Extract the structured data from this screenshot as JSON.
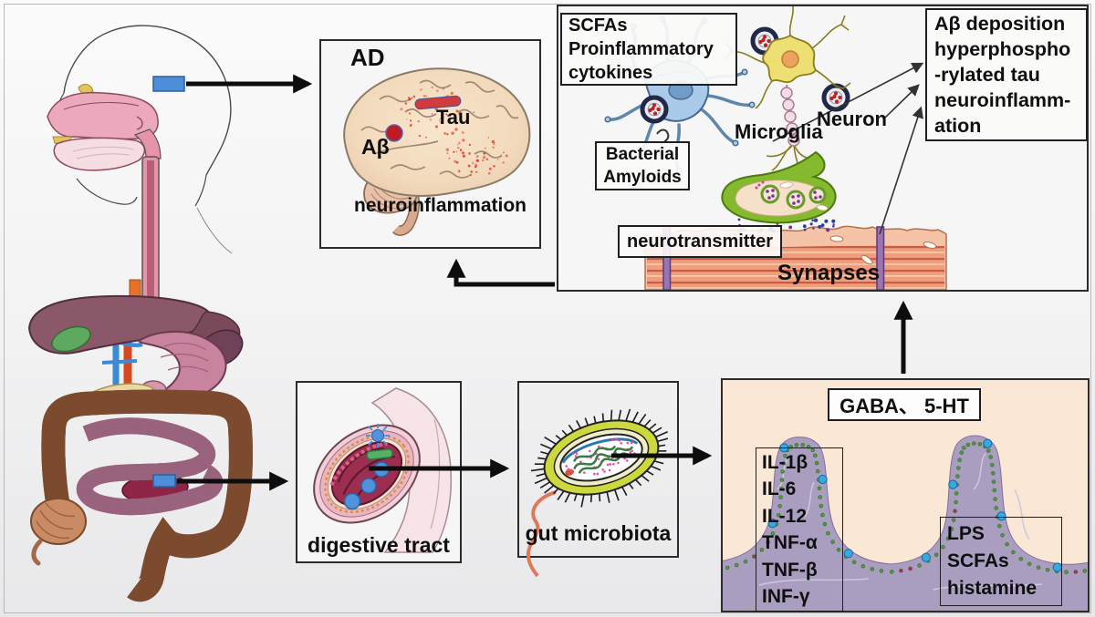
{
  "palette": {
    "page_bg": "#efeff0",
    "panel_border": "#2b2b2b",
    "arrow_black": "#0d0d0d",
    "marker_blue": "#4e8ed8",
    "tau_red": "#d13b3b",
    "abeta_red": "#c01a22",
    "microglia_blue": "#a9cbe9",
    "neuron_yellow": "#eedf72",
    "synapse_green": "#85ba2f",
    "muscle_salmon": "#ee9e7c",
    "gut_panel_bg": "#fbe7d6",
    "lamina_purple": "#a99ec0",
    "epithelium_peach": "#f6ccb1",
    "goblet_blue": "#36a9e3",
    "bacterium_yellow": "#cdd83e",
    "lumen_maroon": "#9c2e50"
  },
  "brain_panel": {
    "title": "AD",
    "tau": "Tau",
    "abeta": "Aβ",
    "caption": "neuroinflammation"
  },
  "neural_panel": {
    "scfa_box": "SCFAs\nProinflammatory\ncytokines",
    "microglia_label": "Microglia",
    "neuron_label": "Neuron",
    "amyloid_box": "Bacterial\nAmyloids",
    "neurotransmitter_box": "neurotransmitter",
    "synapses_label": "Synapses"
  },
  "outcome_box": {
    "text": "Aβ deposition\nhyperphospho\n-rylated tau\nneuroinflamm-\nation"
  },
  "digestive_panel": {
    "caption": "digestive tract"
  },
  "microbiota_panel": {
    "caption": "gut microbiota"
  },
  "gut_panel": {
    "signal_box": "GABA、 5-HT",
    "cytokine_box": "IL-1β\nIL-6\nIL-12\nTNF-α\nTNF-β\nINF-γ",
    "metabolite_box": "LPS\nSCFAs\nhistamine"
  }
}
